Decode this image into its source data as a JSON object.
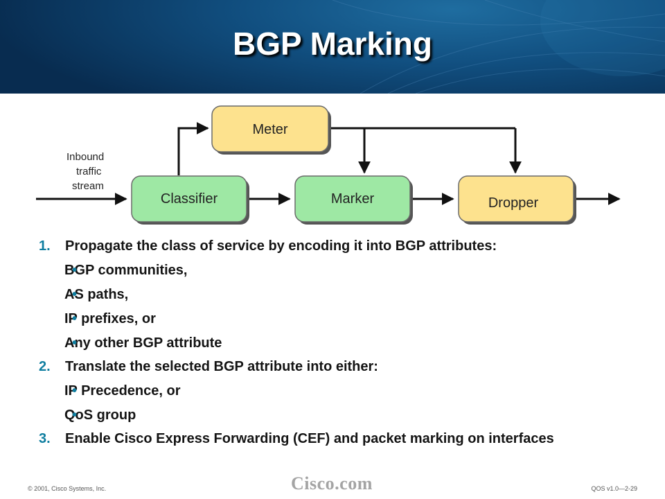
{
  "title": "BGP Marking",
  "diagram": {
    "inbound_label": [
      "Inbound",
      "traffic",
      "stream"
    ],
    "boxes": {
      "meter": "Meter",
      "classifier": "Classifier",
      "marker": "Marker",
      "dropper": "Dropper"
    },
    "colors": {
      "meter_fill": "#fde28e",
      "classifier_fill": "#9ee8a4",
      "marker_fill": "#9ee8a4",
      "dropper_fill": "#fde28e",
      "line": "#111111"
    }
  },
  "steps": [
    {
      "num": "1.",
      "text": "Propagate the class of service by encoding it into BGP attributes:",
      "subs": [
        "BGP communities,",
        "AS paths,",
        "IP prefixes, or",
        "Any other BGP attribute"
      ]
    },
    {
      "num": "2.",
      "text": "Translate the selected BGP attribute into either:",
      "subs": [
        "IP Precedence, or",
        "QoS group"
      ]
    },
    {
      "num": "3.",
      "text": "Enable Cisco Express Forwarding (CEF) and packet marking on interfaces",
      "subs": []
    }
  ],
  "footer": {
    "copyright": "© 2001, Cisco Systems, Inc.",
    "brand": "Cisco.com",
    "page_ref": "QOS v1.0—2-29"
  }
}
